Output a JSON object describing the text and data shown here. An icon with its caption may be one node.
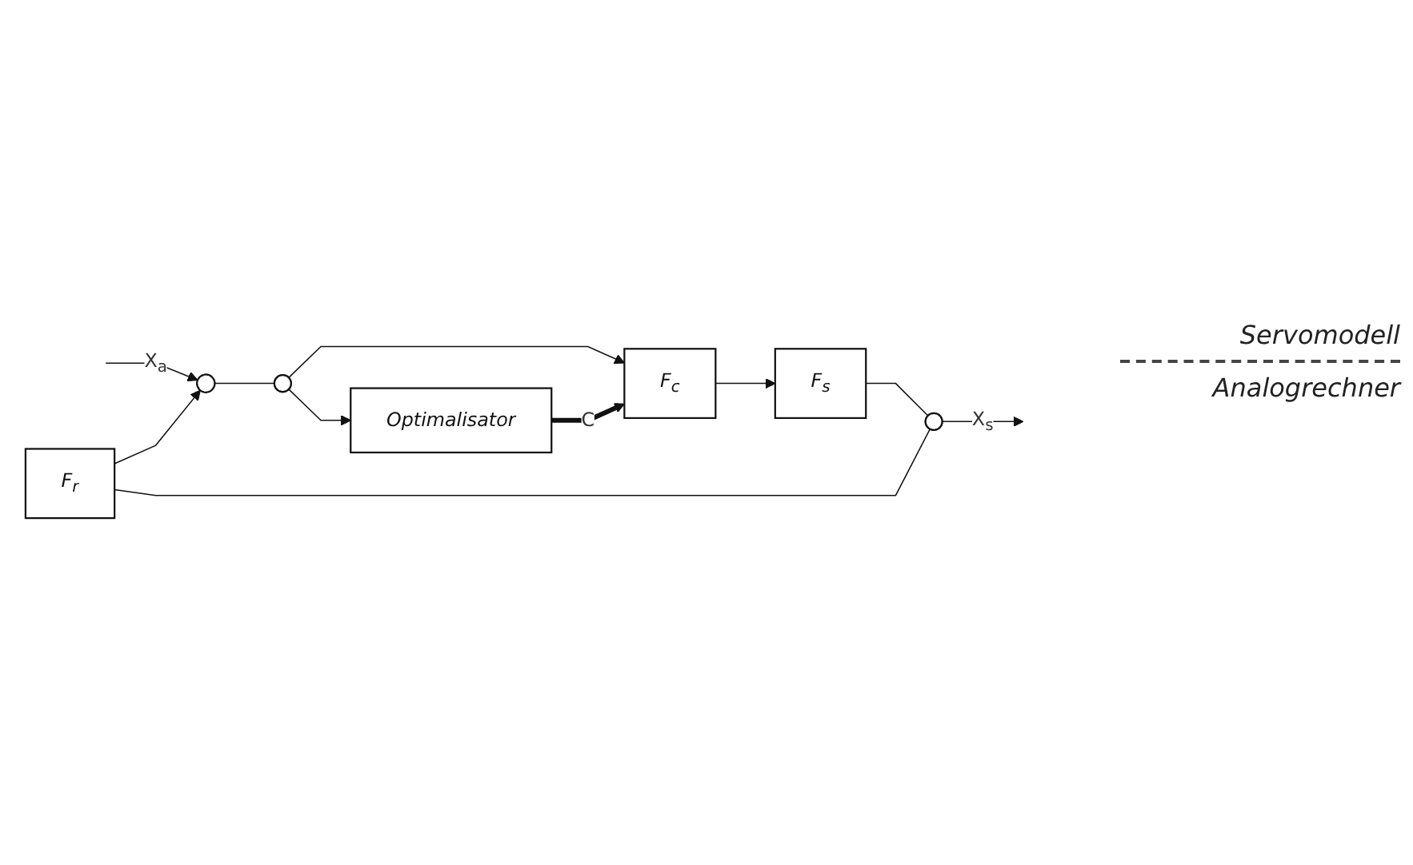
{
  "diagram": {
    "nodes": [
      {
        "text": [
          "F$_{r}$"
        ]
      },
      {
        "text": [],
        "shape": "circle"
      },
      {
        "text": [
          "F$_{s}$"
        ]
      },
      {
        "text": [
          "F$_{c}$"
        ]
      },
      {
        "text": [
          "Optimalisator"
        ]
      },
      {
        "text": [],
        "shape": "circle"
      },
      {
        "text": [],
        "shape": "circle"
      }
    ],
    "edges": [
      {
        "from": null,
        "to": 1,
        "arrow": "to",
        "label": "X$_{a}$"
      },
      {
        "from": 1,
        "to": 5,
        "arrow": "none"
      },
      {
        "from": 5,
        "to": 3,
        "arrow": "to"
      },
      {
        "from": 5,
        "to": 4,
        "arrow": "to"
      },
      {
        "from": 3,
        "to": 2,
        "arrow": "to"
      },
      {
        "from": 2,
        "to": 6,
        "arrow": "none"
      },
      {
        "from": 6,
        "to": null,
        "arrow": "to",
        "label": "X$_{s}$"
      },
      {
        "from": 6,
        "to": 0,
        "arrow": "none"
      },
      {
        "from": 0,
        "to": 1,
        "arrow": "to"
      },
      {
        "from": 4,
        "to": 3,
        "arrow": "to",
        "style": "thick",
        "label": "C"
      }
    ],
    "labels": [
      "Servomodell",
      "Analogrechner"
    ]
  }
}
